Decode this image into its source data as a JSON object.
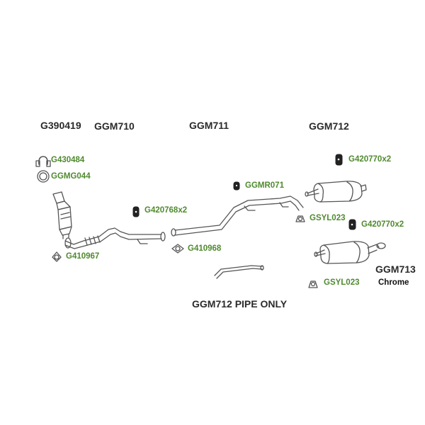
{
  "colors": {
    "main_label": "#2a2a2a",
    "part_label": "#4f8a2e",
    "line": "#555555",
    "rubber": "#222222"
  },
  "labels": {
    "g390419": "G390419",
    "ggm710": "GGM710",
    "ggm711": "GGM711",
    "ggm712": "GGM712",
    "g430484": "G430484",
    "ggmg044": "GGMG044",
    "g420770x2_top": "G420770x2",
    "ggmr071": "GGMR071",
    "g420768x2": "G420768x2",
    "gsyl023_top": "GSYL023",
    "g420770x2_mid": "G420770x2",
    "g410967": "G410967",
    "g410968": "G410968",
    "ggm713": "GGM713",
    "chrome": "Chrome",
    "gsyl023_bottom": "GSYL023",
    "ggm712_pipe_only": "GGM712 PIPE ONLY"
  }
}
